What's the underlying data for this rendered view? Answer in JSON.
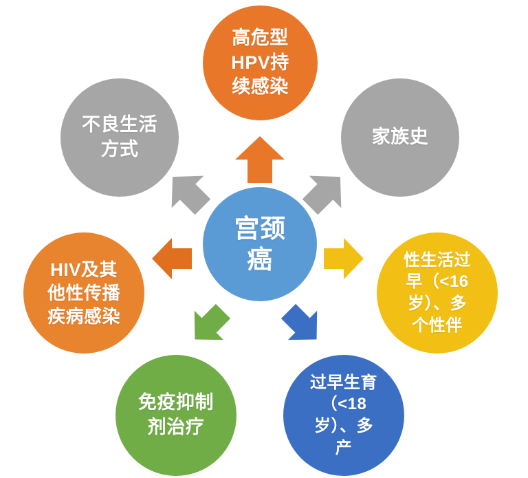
{
  "diagram": {
    "title_node": {
      "id": "center",
      "label": "宫颈\n癌",
      "color": "#5b9bd5"
    },
    "nodes": [
      {
        "id": "hpv",
        "label": "高危型\nHPV持\n续感染",
        "color": "#e8772a",
        "position": "top"
      },
      {
        "id": "lifestyle",
        "label": "不良生活\n方式",
        "color": "#a6a6a6",
        "position": "top-left"
      },
      {
        "id": "family",
        "label": "家族史",
        "color": "#a6a6a6",
        "position": "top-right"
      },
      {
        "id": "hiv",
        "label": "HIV及其\n他性传播\n疾病感染",
        "color": "#e8832e",
        "position": "left"
      },
      {
        "id": "sexlife",
        "label": "性生活过\n早（<16\n岁）、多\n个性伴",
        "color": "#f2c014",
        "position": "right"
      },
      {
        "id": "immuno",
        "label": "免疫抑制\n剂治疗",
        "color": "#70ad47",
        "position": "bottom-left"
      },
      {
        "id": "birth",
        "label": "过早生育\n（<18\n岁）、多\n产",
        "color": "#3a6fc4",
        "position": "bottom-right"
      }
    ],
    "arrows": [
      {
        "id": "up",
        "from": "center",
        "to": "hpv",
        "color": "#e8772a",
        "direction": "up"
      },
      {
        "id": "upleft",
        "from": "center",
        "to": "lifestyle",
        "color": "#a6a6a6",
        "direction": "up-left"
      },
      {
        "id": "upright",
        "from": "center",
        "to": "family",
        "color": "#a6a6a6",
        "direction": "up-right"
      },
      {
        "id": "left",
        "from": "center",
        "to": "hiv",
        "color": "#e0701f",
        "direction": "left"
      },
      {
        "id": "right",
        "from": "center",
        "to": "sexlife",
        "color": "#f2c014",
        "direction": "right"
      },
      {
        "id": "downleft",
        "from": "center",
        "to": "immuno",
        "color": "#70ad47",
        "direction": "down-left"
      },
      {
        "id": "downright",
        "from": "center",
        "to": "birth",
        "color": "#3a6fc4",
        "direction": "down-right"
      }
    ]
  }
}
